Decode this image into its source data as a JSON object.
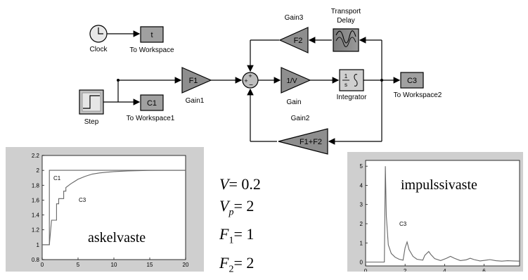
{
  "diagram": {
    "clock_label": "Clock",
    "to_workspace_block": "t",
    "to_workspace_label": "To Workspace",
    "step_label": "Step",
    "c1_block": "C1",
    "to_workspace1_label": "To Workspace1",
    "gain1_value": "F1",
    "gain1_label": "Gain1",
    "sum_plus": "+",
    "sum_minus": "−",
    "gain_value": "1/V",
    "gain_label": "Gain",
    "integrator_num": "1",
    "integrator_den": "s",
    "integrator_label": "Integrator",
    "c3_block": "C3",
    "to_workspace2_label": "To Workspace2",
    "gain3_value": "F2",
    "gain3_label": "Gain3",
    "transport_label_1": "Transport",
    "transport_label_2": "Delay",
    "gain2_value": "F1+F2",
    "gain2_label": "Gain2"
  },
  "params": {
    "v_sym": "V",
    "v_val": "= 0.2",
    "vp_sym": "V",
    "vp_sub": "p",
    "vp_val": "= 2",
    "f1_sym": "F",
    "f1_sub": "1",
    "f1_val": "= 1",
    "f2_sym": "F",
    "f2_sub": "2",
    "f2_val": "= 2"
  },
  "chart_data": [
    {
      "type": "line",
      "title": "askelvaste",
      "xlim": [
        0,
        20
      ],
      "ylim": [
        0.8,
        2.2
      ],
      "xticks": [
        "0",
        "5",
        "10",
        "15",
        "20"
      ],
      "yticks": [
        "0.8",
        "1",
        "1.2",
        "1.4",
        "1.6",
        "1.8",
        "2",
        "2.2"
      ],
      "series": [
        {
          "name": "C1",
          "x": [
            0,
            1,
            1,
            20
          ],
          "y": [
            1,
            1,
            2,
            2
          ]
        },
        {
          "name": "C3",
          "x": [
            0,
            1,
            1.3,
            1.3,
            2,
            2,
            2.3,
            2.3,
            3,
            3,
            3.3,
            3.3,
            4,
            4.5,
            5,
            6,
            7,
            8,
            9,
            10,
            11,
            12,
            13,
            14,
            15,
            17,
            20
          ],
          "y": [
            1,
            1,
            1.33,
            1.33,
            1.33,
            1.55,
            1.55,
            1.62,
            1.62,
            1.72,
            1.72,
            1.77,
            1.82,
            1.85,
            1.88,
            1.92,
            1.95,
            1.965,
            1.975,
            1.983,
            1.988,
            1.992,
            1.995,
            1.997,
            1.999,
            2,
            2
          ]
        }
      ],
      "grid": false
    },
    {
      "type": "line",
      "title": "impulssivaste",
      "xlim": [
        0,
        7.8
      ],
      "ylim": [
        -0.2,
        5.3
      ],
      "xticks": [
        "0",
        "2",
        "4",
        "6"
      ],
      "yticks": [
        "0",
        "1",
        "2",
        "3",
        "4",
        "5"
      ],
      "series": [
        {
          "name": "C3",
          "x": [
            0,
            0.95,
            1.0,
            1.05,
            1.15,
            1.3,
            1.5,
            1.7,
            1.9,
            2.0,
            2.1,
            2.2,
            2.4,
            2.6,
            2.9,
            3.0,
            3.2,
            3.3,
            3.5,
            3.8,
            4.1,
            4.3,
            4.5,
            4.8,
            5.1,
            5.3,
            5.5,
            5.8,
            6.1,
            6.3,
            6.6,
            6.9,
            7.2,
            7.5,
            7.8
          ],
          "y": [
            0,
            0,
            5.0,
            2.4,
            0.9,
            0.45,
            0.25,
            0.15,
            0.1,
            0.75,
            1.05,
            0.65,
            0.3,
            0.15,
            0.1,
            0.35,
            0.55,
            0.4,
            0.18,
            0.08,
            0.2,
            0.3,
            0.2,
            0.08,
            0.12,
            0.2,
            0.13,
            0.06,
            0.1,
            0.13,
            0.07,
            0.05,
            0.07,
            0.06,
            0.05
          ]
        }
      ],
      "grid": false
    }
  ]
}
